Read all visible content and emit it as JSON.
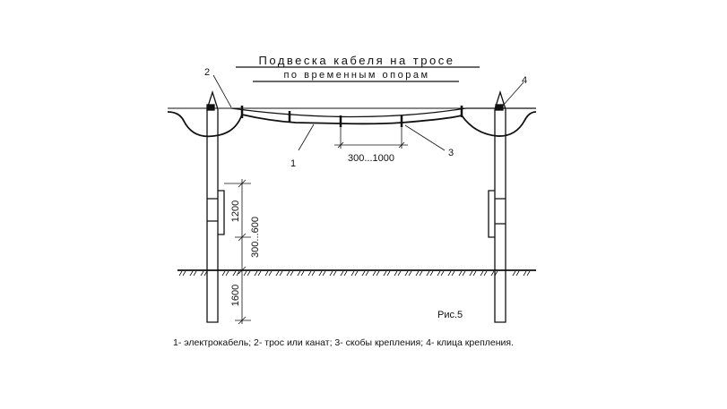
{
  "title": "Подвеска кабеля на тросе",
  "subtitle": "по временным опорам",
  "labels": {
    "cable": "1",
    "rope": "2",
    "brackets": "3",
    "clamp": "4"
  },
  "dimensions": {
    "bracket_spacing": "300...1000",
    "upper": "1200",
    "middle": "300...600",
    "buried": "1600"
  },
  "figure_label": "Рис.5",
  "caption": "1- электрокабель;  2- трос или канат;  3- скобы крепления;  4- клица крепления."
}
